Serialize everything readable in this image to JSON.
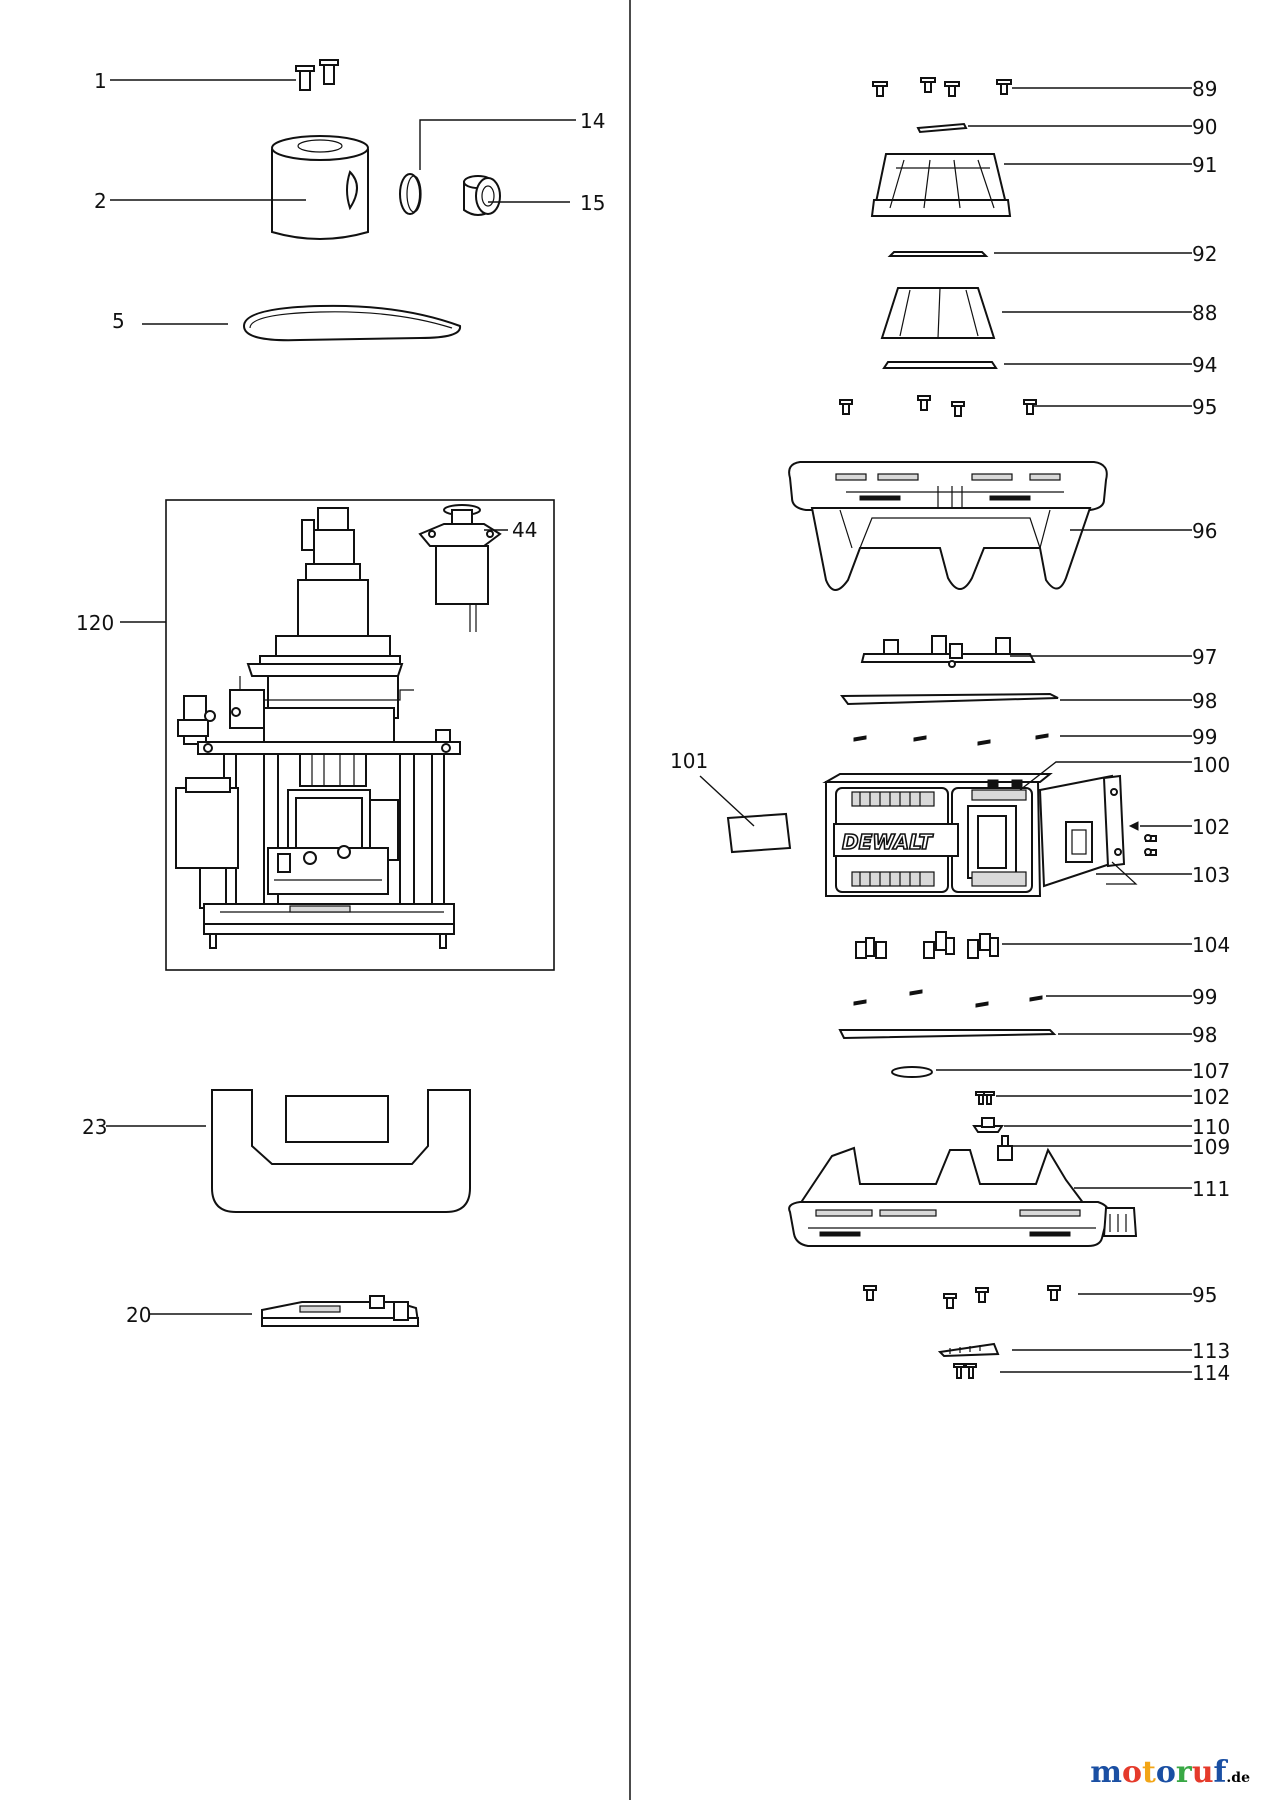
{
  "diagram": {
    "labels": {
      "p1": "1",
      "p2": "2",
      "p5": "5",
      "p14": "14",
      "p15": "15",
      "p20": "20",
      "p23": "23",
      "p44": "44",
      "p120": "120",
      "p88": "88",
      "p89": "89",
      "p90": "90",
      "p91": "91",
      "p92": "92",
      "p94": "94",
      "p95a": "95",
      "p96": "96",
      "p97": "97",
      "p98a": "98",
      "p99a": "99",
      "p100": "100",
      "p101": "101",
      "p102a": "102",
      "p103": "103",
      "p104": "104",
      "p99b": "99",
      "p98b": "98",
      "p107": "107",
      "p102b": "102",
      "p110": "110",
      "p109": "109",
      "p111": "111",
      "p95b": "95",
      "p113": "113",
      "p114": "114"
    },
    "brand_mark": "DEWALT"
  },
  "watermark": {
    "name": "motoruf",
    "tld": ".de"
  },
  "colors": {
    "watermark_letters": [
      "#1a4fa3",
      "#e53a2b",
      "#f2a516",
      "#1a4fa3",
      "#39a845",
      "#e53a2b",
      "#1a4fa3"
    ]
  }
}
